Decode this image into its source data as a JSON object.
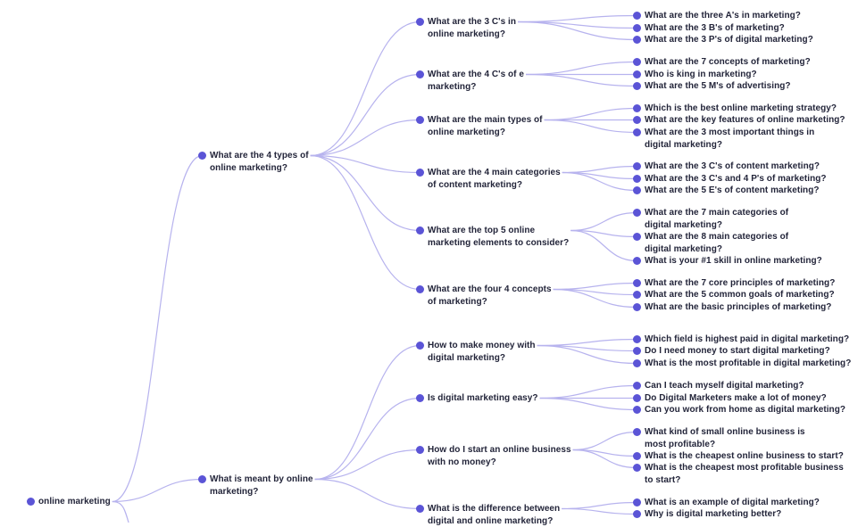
{
  "root": {
    "label": "online marketing"
  },
  "branches": [
    {
      "label": "What are the 4 types of online marketing?",
      "children": [
        {
          "label": "What are the 3 C's in online marketing?",
          "children": [
            "What are the three A's in marketing?",
            "What are the 3 B's of marketing?",
            "What are the 3 P's of digital marketing?"
          ]
        },
        {
          "label": "What are the 4 C's of e marketing?",
          "children": [
            "What are the 7 concepts of marketing?",
            "Who is king in marketing?",
            "What are the 5 M's of advertising?"
          ]
        },
        {
          "label": "What are the main types of online marketing?",
          "children": [
            "Which is the best online marketing strategy?",
            "What are the key features of online marketing?",
            "What are the 3 most important things in digital marketing?"
          ]
        },
        {
          "label": "What are the 4 main categories of content marketing?",
          "children": [
            "What are the 3 C's of content marketing?",
            "What are the 3 C's and 4 P's of marketing?",
            "What are the 5 E's of content marketing?"
          ]
        },
        {
          "label": "What are the top 5 online marketing elements to consider?",
          "children": [
            "What are the 7 main categories of digital marketing?",
            "What are the 8 main categories of digital marketing?",
            "What is your #1 skill in online marketing?"
          ]
        },
        {
          "label": "What are the four 4 concepts of marketing?",
          "children": [
            "What are the 7 core principles of marketing?",
            "What are the 5 common goals of marketing?",
            "What are the basic principles of marketing?"
          ]
        }
      ]
    },
    {
      "label": "What is meant by online marketing?",
      "children": [
        {
          "label": "How to make money with digital marketing?",
          "children": [
            "Which field is highest paid in digital marketing?",
            "Do I need money to start digital marketing?",
            "What is the most profitable in digital marketing?"
          ]
        },
        {
          "label": "Is digital marketing easy?",
          "children": [
            "Can I teach myself digital marketing?",
            "Do Digital Marketers make a lot of money?",
            "Can you work from home as digital marketing?"
          ]
        },
        {
          "label": "How do I start an online business with no money?",
          "children": [
            "What kind of small online business is most profitable?",
            "What is the cheapest online business to start?",
            "What is the cheapest most profitable business to start?"
          ]
        },
        {
          "label": "What is the difference between digital and online marketing?",
          "children": [
            "What is an example of digital marketing?",
            "Why is digital marketing better?"
          ]
        }
      ]
    }
  ],
  "colors": {
    "node": "#5b54d6",
    "link": "#b7b3ee",
    "text": "#23253a"
  }
}
